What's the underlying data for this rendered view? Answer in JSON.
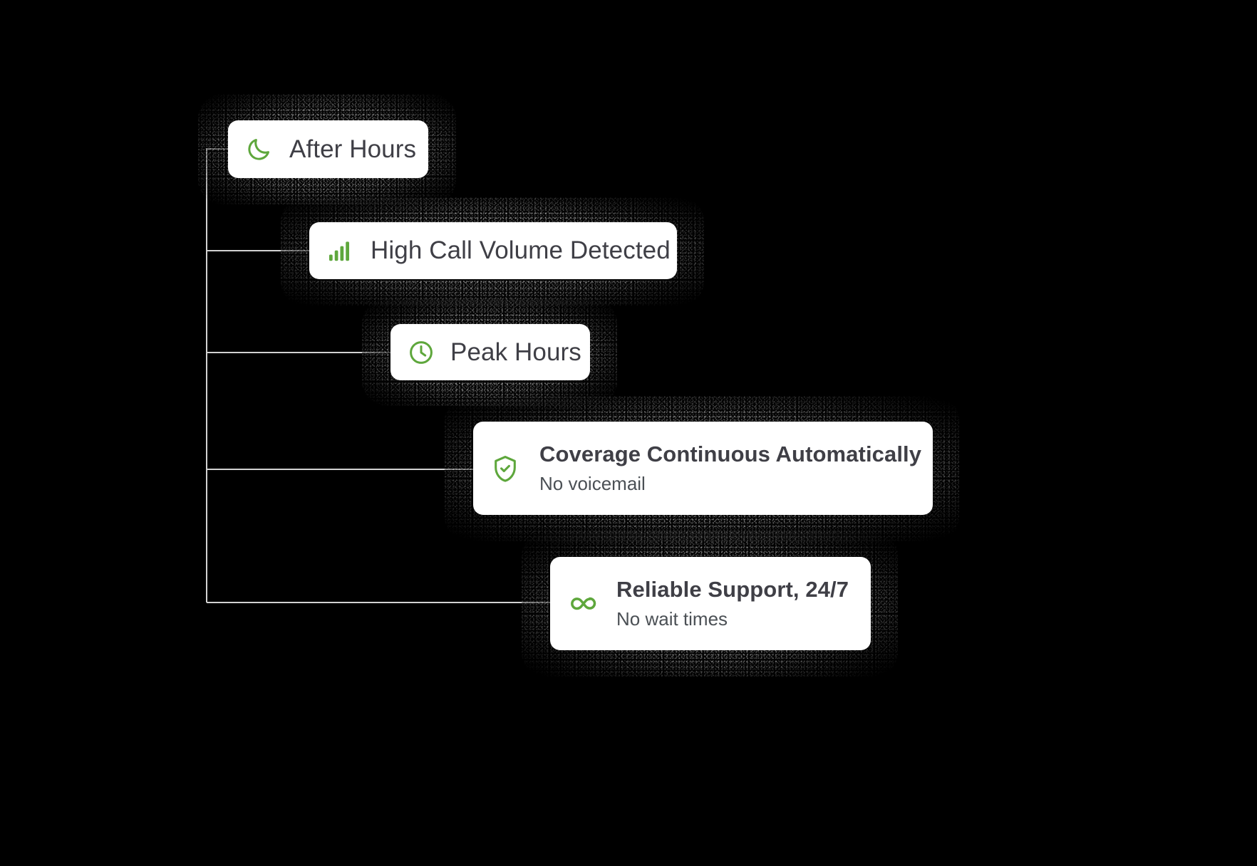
{
  "theme": {
    "background": "#000000",
    "card_background": "#ffffff",
    "accent_green": "#5ea73c",
    "title_text": "#3f3f46",
    "subtitle_text": "#4b5055",
    "connector_line": "#d2d2d2"
  },
  "cards": [
    {
      "id": "after-hours",
      "icon": "moon-icon",
      "title": "After Hours",
      "subtitle": "",
      "layout": "simple"
    },
    {
      "id": "high-call-volume",
      "icon": "bar-chart-icon",
      "title": "High Call Volume Detected",
      "subtitle": "",
      "layout": "simple"
    },
    {
      "id": "peak-hours",
      "icon": "clock-icon",
      "title": "Peak Hours",
      "subtitle": "",
      "layout": "simple"
    },
    {
      "id": "coverage-continuous",
      "icon": "shield-check-icon",
      "title": "Coverage Continuous Automatically",
      "subtitle": "No voicemail",
      "layout": "stacked"
    },
    {
      "id": "reliable-support",
      "icon": "infinity-icon",
      "title": "Reliable Support, 24/7",
      "subtitle": "No wait times",
      "layout": "stacked"
    }
  ]
}
